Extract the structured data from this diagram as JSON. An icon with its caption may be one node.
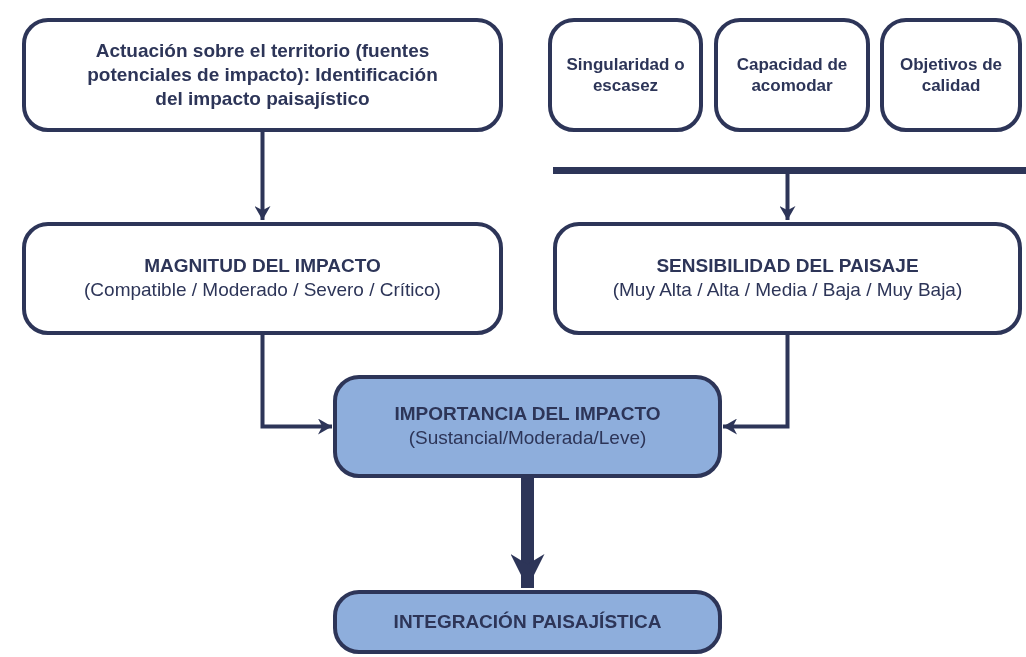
{
  "diagram": {
    "nodes": [
      {
        "text": [
          "Actuación sobre el territorio (fuentes potenciales de impacto): Identificación del impacto paisajístico"
        ]
      },
      {
        "text": [
          "Singularidad o escasez"
        ]
      },
      {
        "text": [
          "Capacidad de acomodar"
        ]
      },
      {
        "text": [
          "Objetivos de calidad"
        ]
      },
      {
        "text": [],
        "shape": "bar"
      },
      {
        "text": [
          "MAGNITUD DEL IMPACTO",
          "(Compatible / Moderado / Severo / Crítico)"
        ]
      },
      {
        "text": [
          "SENSIBILIDAD DEL PAISAJE",
          "(Muy Alta / Alta / Media / Baja / Muy Baja)"
        ]
      },
      {
        "text": [
          "IMPORTANCIA DEL IMPACTO",
          "(Sustancial/Moderada/Leve)"
        ]
      },
      {
        "text": [
          "INTEGRACIÓN PAISAJÍSTICA"
        ]
      }
    ],
    "edges": [
      {
        "from": 0,
        "to": 5,
        "arrow": "to"
      },
      {
        "from": 4,
        "to": 6,
        "arrow": "to"
      },
      {
        "from": 5,
        "to": 7,
        "arrow": "to"
      },
      {
        "from": 6,
        "to": 7,
        "arrow": "to"
      },
      {
        "from": 7,
        "to": 8,
        "arrow": "to",
        "style": "thick"
      }
    ]
  }
}
